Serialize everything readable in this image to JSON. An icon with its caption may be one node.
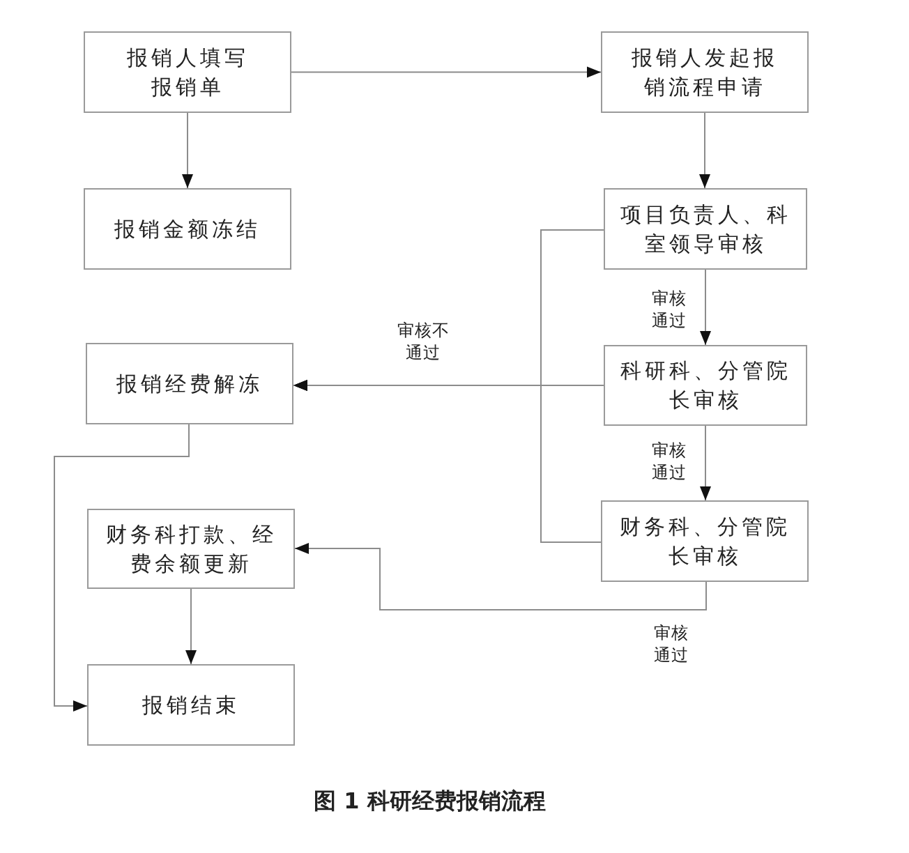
{
  "diagram": {
    "caption": "图 1 科研经费报销流程",
    "nodes": [
      {
        "text": [
          "报销人填写报销单"
        ]
      },
      {
        "text": [
          "报销人发起报销流程申请"
        ]
      },
      {
        "text": [
          "报销金额冻结"
        ]
      },
      {
        "text": [
          "项目负责人、科室领导审核"
        ]
      },
      {
        "text": [
          "报销经费解冻"
        ]
      },
      {
        "text": [
          "科研科、分管院长审核"
        ]
      },
      {
        "text": [
          "财务科打款、经费余额更新"
        ]
      },
      {
        "text": [
          "财务科、分管院长审核"
        ]
      },
      {
        "text": [
          "报销结束"
        ]
      }
    ],
    "edges": [
      {
        "from": 0,
        "to": 1,
        "arrow": "to"
      },
      {
        "from": 0,
        "to": 2,
        "arrow": "to"
      },
      {
        "from": 1,
        "to": 3,
        "arrow": "to"
      },
      {
        "from": 3,
        "to": 5,
        "arrow": "to",
        "label": "审核通过"
      },
      {
        "from": 5,
        "to": 7,
        "arrow": "to",
        "label": "审核通过"
      },
      {
        "from": 7,
        "to": 6,
        "arrow": "to",
        "label": "审核通过"
      },
      {
        "from": 3,
        "to": 4,
        "arrow": "to"
      },
      {
        "from": 5,
        "to": 4,
        "arrow": "to",
        "label": "审核不通过"
      },
      {
        "from": 7,
        "to": 4,
        "arrow": "to"
      },
      {
        "from": 4,
        "to": 8,
        "arrow": "to"
      },
      {
        "from": 6,
        "to": 8,
        "arrow": "to"
      }
    ]
  }
}
